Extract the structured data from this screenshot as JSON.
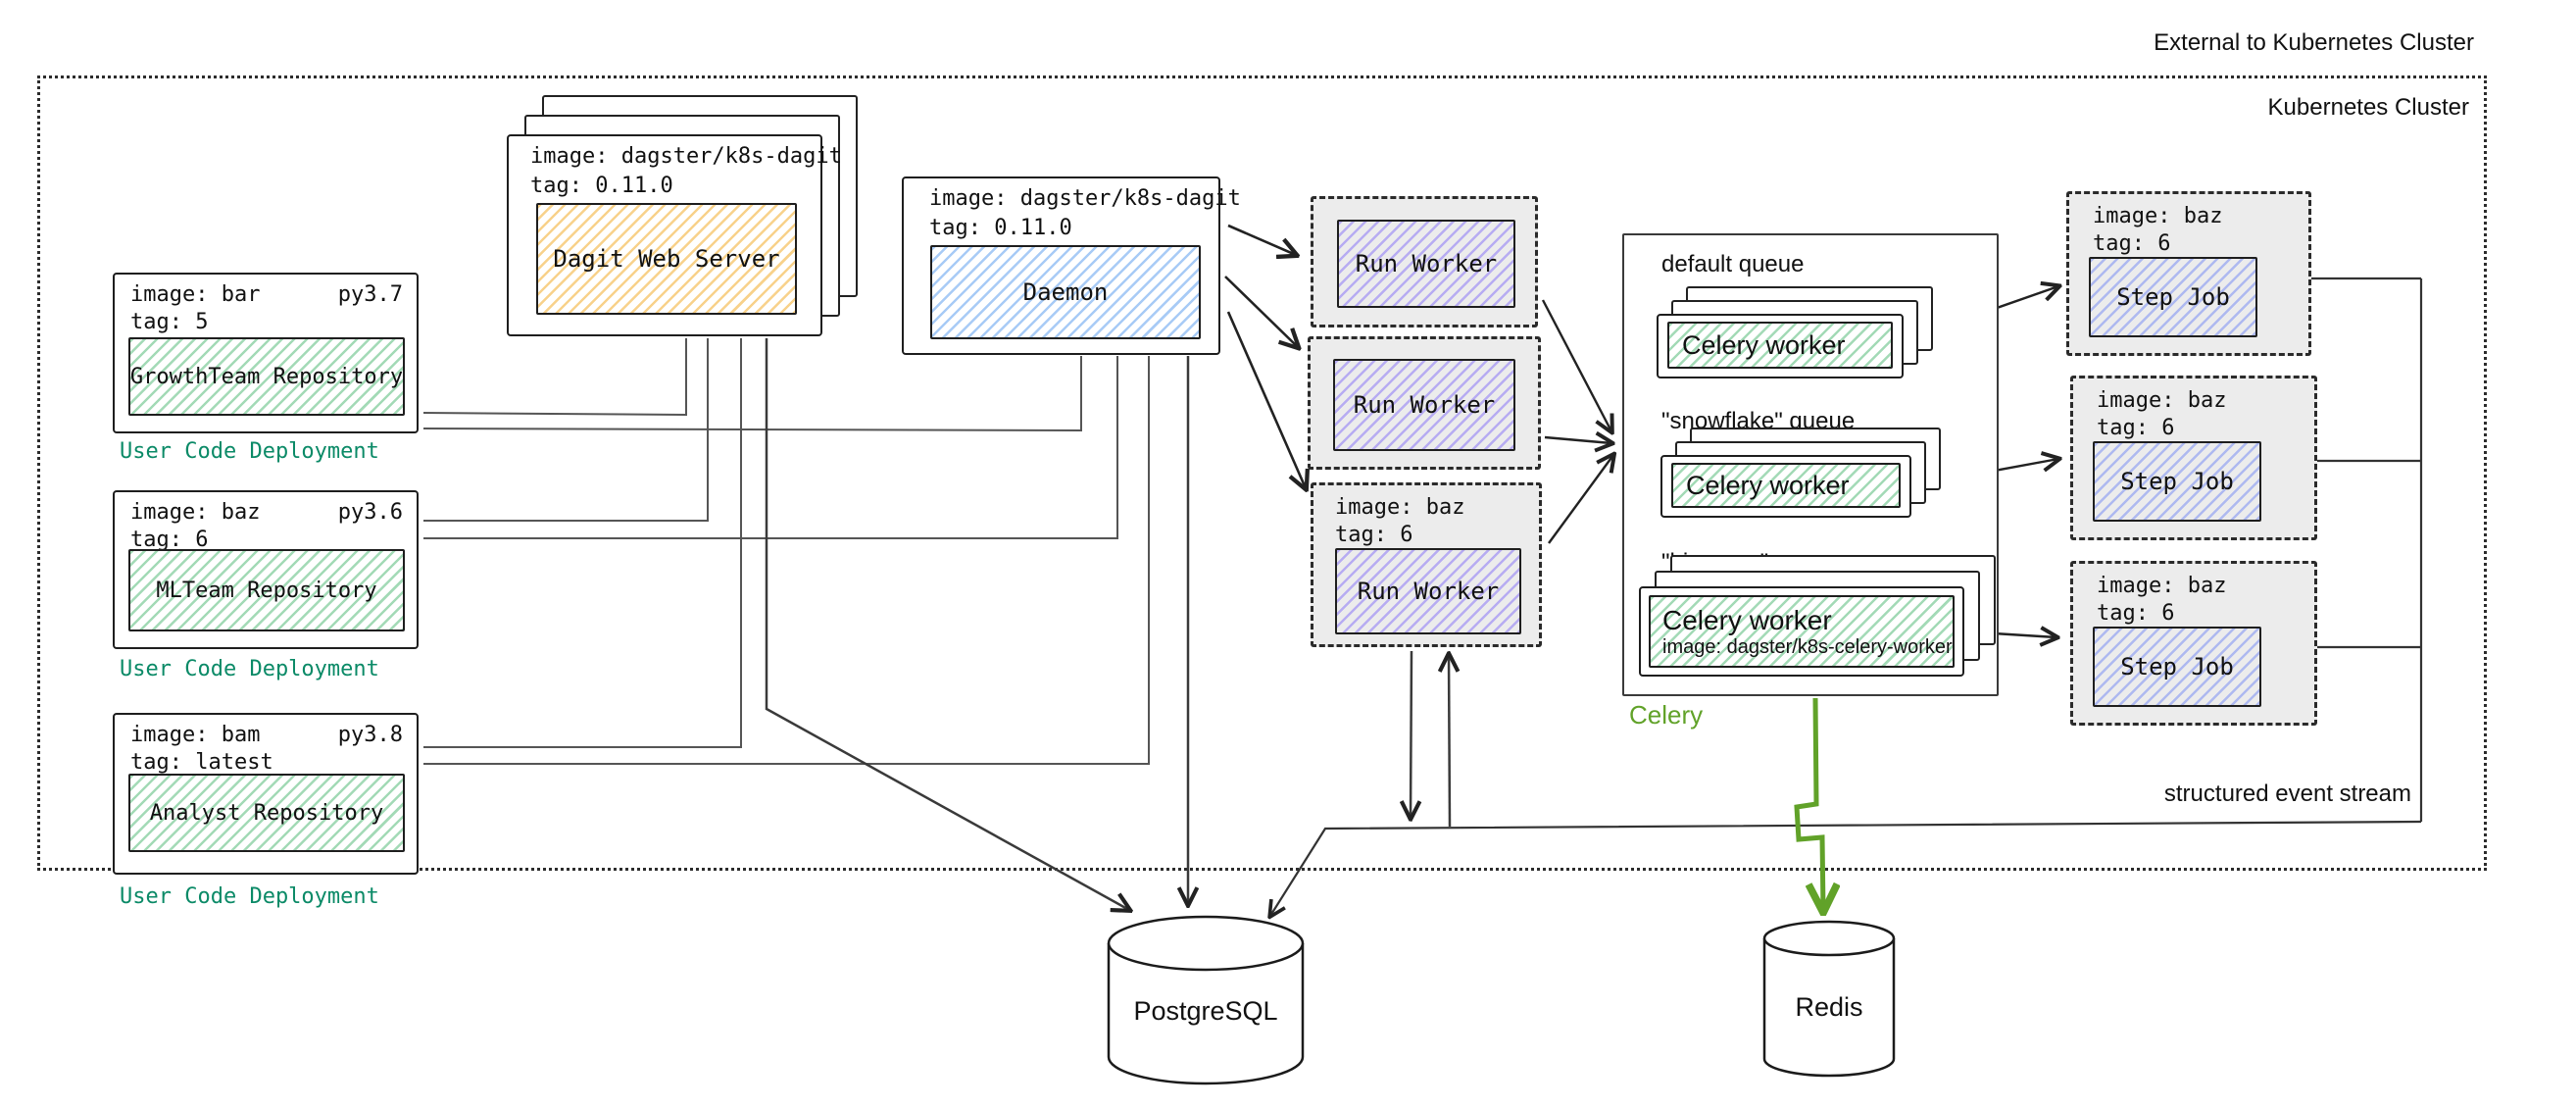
{
  "labels": {
    "external": "External to Kubernetes Cluster",
    "kubernetes": "Kubernetes Cluster",
    "event_stream": "structured event stream",
    "celery": "Celery"
  },
  "deployments": [
    {
      "image": "image: bar",
      "python": "py3.7",
      "tag": "tag: 5",
      "repo": "GrowthTeam Repository",
      "caption": "User Code Deployment"
    },
    {
      "image": "image: baz",
      "python": "py3.6",
      "tag": "tag: 6",
      "repo": "MLTeam Repository",
      "caption": "User Code Deployment"
    },
    {
      "image": "image: bam",
      "python": "py3.8",
      "tag": "tag: latest",
      "repo": "Analyst Repository",
      "caption": "User Code Deployment"
    }
  ],
  "dagit": {
    "image": "image: dagster/k8s-dagit",
    "tag": "tag: 0.11.0",
    "label": "Dagit Web Server"
  },
  "daemon": {
    "image": "image: dagster/k8s-dagit",
    "tag": "tag: 0.11.0",
    "label": "Daemon"
  },
  "run_workers": [
    {
      "label": "Run Worker"
    },
    {
      "label": "Run Worker"
    },
    {
      "image": "image: baz",
      "tag": "tag: 6",
      "label": "Run Worker"
    }
  ],
  "celery": {
    "queues": [
      {
        "name": "default queue",
        "worker": "Celery worker"
      },
      {
        "name": "\"snowflake\" queue",
        "worker": "Celery worker"
      },
      {
        "name": "\"bigquery\" queue",
        "worker": "Celery worker",
        "worker_image": "image: dagster/k8s-celery-worker"
      }
    ]
  },
  "step_jobs": [
    {
      "image": "image: baz",
      "tag": "tag: 6",
      "label": "Step Job"
    },
    {
      "image": "image: baz",
      "tag": "tag: 6",
      "label": "Step Job"
    },
    {
      "image": "image: baz",
      "tag": "tag: 6",
      "label": "Step Job"
    }
  ],
  "databases": {
    "postgres": "PostgreSQL",
    "redis": "Redis"
  },
  "colors": {
    "repo_green": "#57bb7b",
    "dagit_orange": "#f3b33e",
    "daemon_blue": "#60a0ee",
    "worker_purple": "#8b77f7",
    "stepjob_blue": "#7086f4",
    "caption_teal": "#0b8a67",
    "celery_green": "#61a229",
    "container_gray": "#ececec"
  }
}
